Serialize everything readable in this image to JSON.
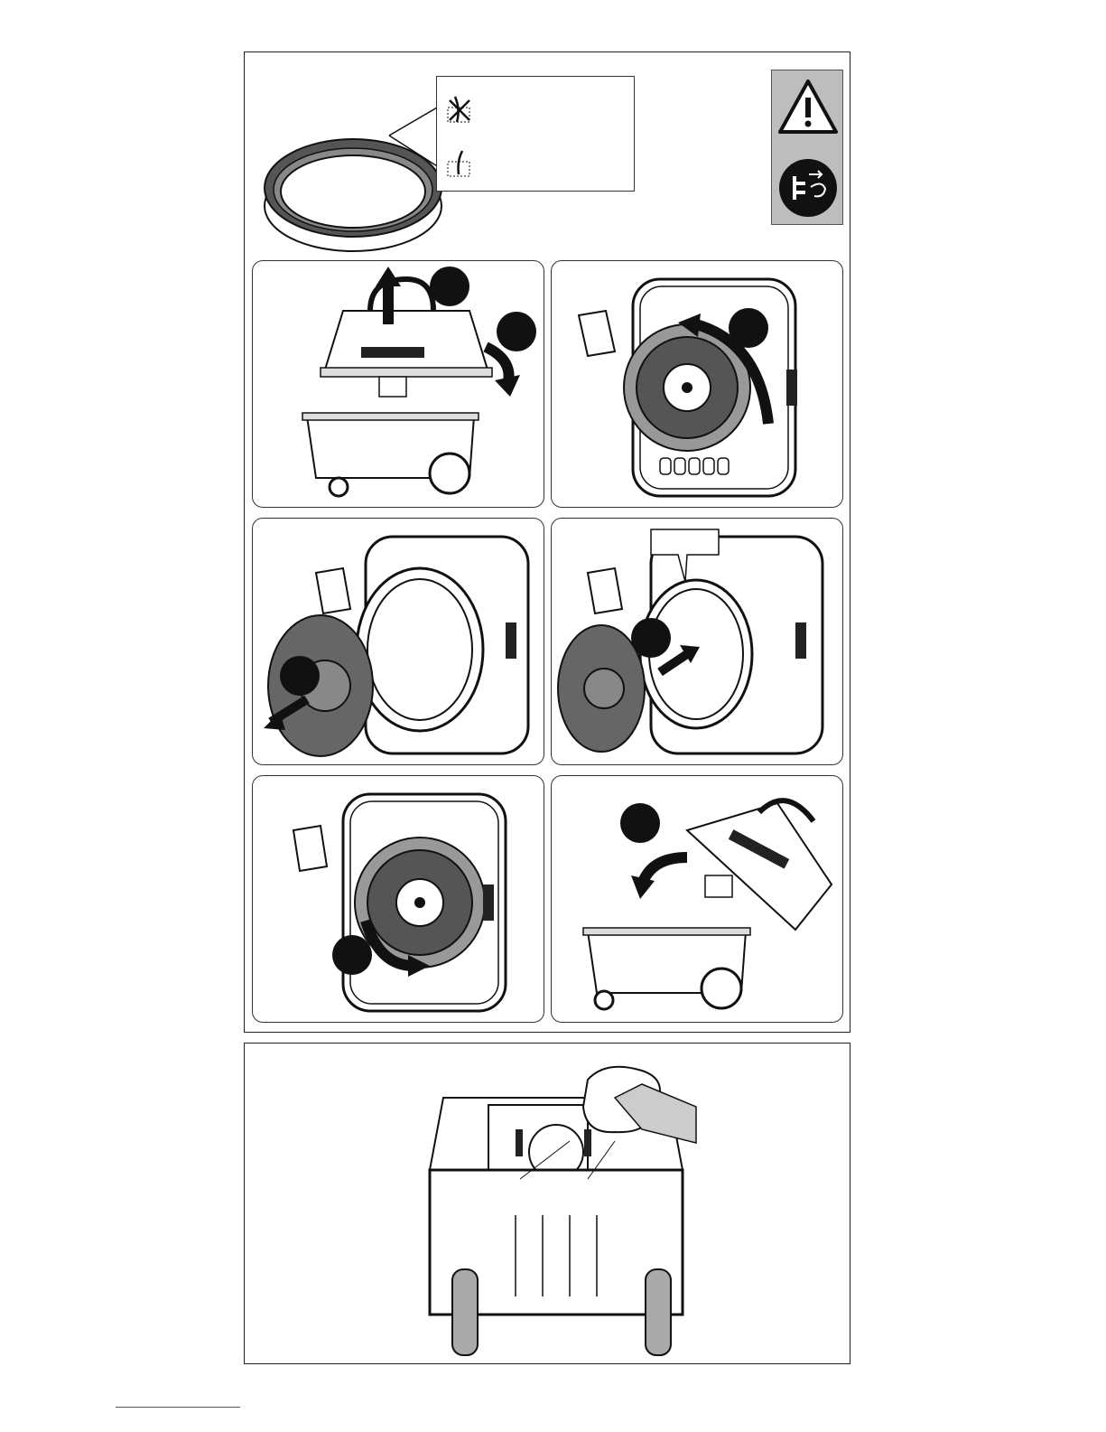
{
  "icons": {
    "warning": "warning-triangle-icon",
    "unplug": "unplug-mains-icon",
    "not_ok": "crossed-seal-icon",
    "ok": "intact-seal-icon"
  },
  "colors": {
    "warning_panel": "#bdbdbd",
    "badge": "#111111",
    "line": "#111111",
    "footer_rule": "#3355cc"
  },
  "steps": [
    {
      "id": "lift-head",
      "badges": [
        "",
        ""
      ]
    },
    {
      "id": "rotate-filter-cover",
      "badges": [
        ""
      ]
    },
    {
      "id": "remove-filter-cover",
      "badges": [
        ""
      ]
    },
    {
      "id": "replace-seal",
      "badges": [
        ""
      ]
    },
    {
      "id": "refit-filter-cover",
      "badges": [
        ""
      ]
    },
    {
      "id": "refit-head",
      "badges": [
        ""
      ]
    }
  ]
}
